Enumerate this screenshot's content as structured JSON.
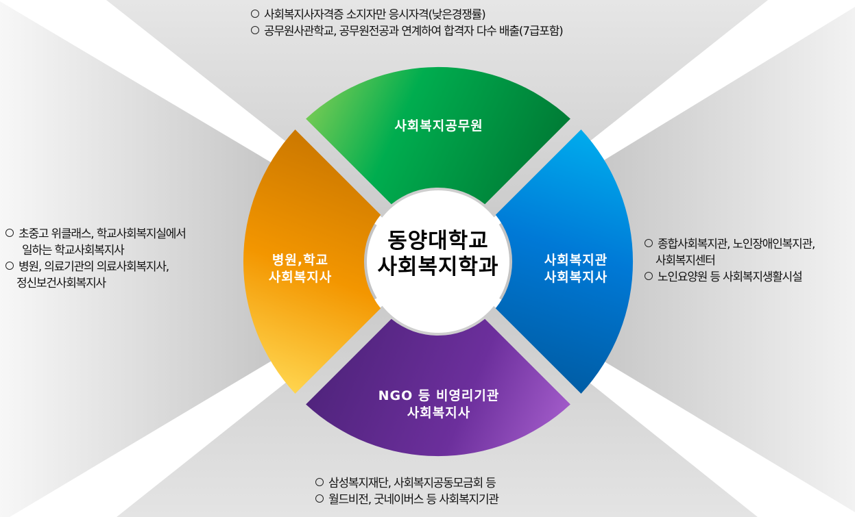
{
  "center": {
    "title_line1": "동양대학교",
    "title_line2": "사회복지학과"
  },
  "segments": {
    "top": {
      "label": "사회복지공무원",
      "colors": [
        "#7dc855",
        "#00ad4f",
        "#007a37"
      ]
    },
    "right": {
      "label_line1": "사회복지관",
      "label_line2": "사회복지사",
      "colors": [
        "#00aeef",
        "#0078d4",
        "#00599c"
      ]
    },
    "bottom": {
      "label_line1": "NGO 등 비영리기관",
      "label_line2": "사회복지사",
      "colors": [
        "#4f2480",
        "#6a2e9a",
        "#a45ccc"
      ]
    },
    "left": {
      "label_line1": "병원,학교",
      "label_line2": "사회복지사",
      "colors": [
        "#c77500",
        "#f29500",
        "#ffd24a"
      ]
    }
  },
  "notes": {
    "top": [
      "사회복지사자격증 소지자만 응시자격(낮은경쟁률)",
      "공무원사관학교, 공무원전공과 연계하여 합격자 다수 배출(7급포함)"
    ],
    "left": [
      {
        "text": "초중고 위클래스, 학교사회복지실에서",
        "cont": "일하는 학교사회복지사"
      },
      {
        "text": "병원, 의료기관의 의료사회복지사,",
        "cont": "정신보건사회복지사"
      }
    ],
    "right": [
      {
        "text": "종합사회복지관, 노인장애인복지관,",
        "cont": "사회복지센터"
      },
      {
        "text": "노인요양원 등 사회복지생활시설",
        "cont": null
      }
    ],
    "bottom": [
      "삼성복지재단, 사회복지공동모금회 등",
      "월드비전, 굿네이버스 등 사회복지기관"
    ]
  }
}
